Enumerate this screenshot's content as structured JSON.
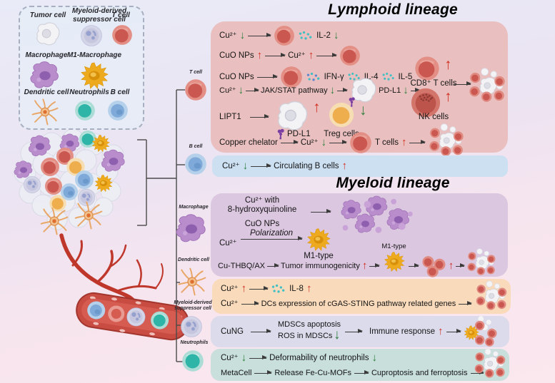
{
  "legend": {
    "items": [
      {
        "label": "Tumor cell"
      },
      {
        "label": "Myeloid-derived suppressor cell"
      },
      {
        "label": "T cell"
      },
      {
        "label": "Macrophage"
      },
      {
        "label": "M1-Macrophage"
      },
      {
        "label": "Dendritic cell"
      },
      {
        "label": "Neutrophils"
      },
      {
        "label": "B cell"
      }
    ]
  },
  "branch": {
    "t_cell": "T cell",
    "b_cell": "B cell",
    "macrophage": "Macrophage",
    "dendritic": "Dendritic cell",
    "mdsc": "Myeloid-derived suppressor cell",
    "neutrophils": "Neutrophils"
  },
  "lymphoid": {
    "title": "Lymphoid lineage",
    "row1": {
      "cu": "Cu²⁺",
      "il2": "IL-2"
    },
    "row2": {
      "cuo": "CuO NPs",
      "cu": "Cu²⁺"
    },
    "row3": {
      "cuo": "CuO NPs",
      "ifng": "IFN-γ",
      "il4": "IL-4",
      "il5": "IL-5"
    },
    "cd8": "CD8⁺ T cells",
    "nk": "NK cells",
    "row4": {
      "cu": "Cu²⁺",
      "jak": "JAK/STAT pathway",
      "pdl1": "PD-L1"
    },
    "row5": {
      "lipt1": "LIPT1",
      "pdl1": "PD-L1",
      "treg": "Treg cells"
    },
    "row6": {
      "chelator": "Copper chelator",
      "cu": "Cu²⁺",
      "tcells": "T cells"
    }
  },
  "bcell_row": {
    "cu": "Cu²⁺",
    "text": "Circulating B cells"
  },
  "myeloid": {
    "title": "Myeloid lineage",
    "hq1": "Cu²⁺ with",
    "hq2": "8-hydroxyquinoline",
    "cuo": "CuO NPs",
    "cu": "Cu²⁺",
    "polarization": "Polarization",
    "m1a": "M1-type",
    "thbq": "Cu-THBQ/AX",
    "immunogenicity": "Tumor immunogenicity",
    "m1b": "M1-type"
  },
  "dc_rows": {
    "cu1": "Cu²⁺",
    "il8": "IL-8",
    "cu2": "Cu²⁺",
    "sting": "DCs expression of cGAS-STING pathway related genes"
  },
  "mdsc_row": {
    "cung": "CuNG",
    "line1": "MDSCs apoptosis",
    "line2": "ROS in MDSCs",
    "immune": "Immune response"
  },
  "neutrophil_rows": {
    "cu": "Cu²⁺",
    "deform": "Deformability of neutrophils",
    "metacell": "MetaCell",
    "release": "Release Fe-Cu-MOFs",
    "cupro": "Cuproptosis and ferroptosis"
  },
  "colors": {
    "up_arrow": "#d12f23",
    "down_arrow": "#2e7e3e",
    "black_arrow": "#3b3b3b",
    "lymphoid_panel": "#e9c0bf",
    "bcell_band": "#cde0f2",
    "myeloid_panel": "#dbc7e0",
    "dc_panel": "#f9dabb",
    "mdsc_panel": "#dbdbec",
    "neutrophil_panel": "#c8dfdc",
    "t_cell": "#cb5850",
    "b_cell": "#7fa9d8",
    "neutrophil": "#2eb5a8",
    "macrophage": "#b98dcb",
    "m1_macrophage": "#edaa1e",
    "vessel": "#c94c43"
  },
  "icons": {
    "t_cell": "red-round-cell",
    "b_cell": "blue-round-cell",
    "neutrophil": "teal-round-cell",
    "mdsc": "lavender-spotted-cell",
    "macrophage": "purple-amoeba-cell",
    "m1_macrophage": "orange-starburst-cell",
    "dendritic_cell": "orange-spiky-cell",
    "tumor_cell": "white-blob-cell",
    "treg": "orange-round-cell",
    "nk_cell": "granular-red-cell",
    "pd_l1": "purple-receptor",
    "cytokines": "scattered-dots",
    "up_arrow": "red-up-arrow",
    "down_arrow": "green-down-arrow"
  }
}
